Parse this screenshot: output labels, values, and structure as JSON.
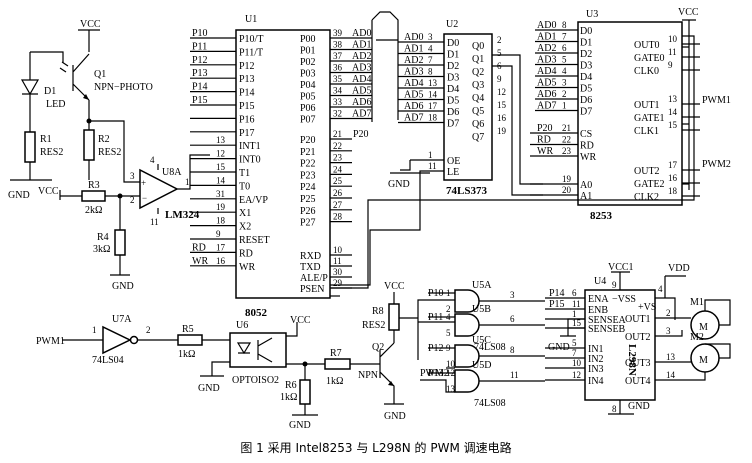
{
  "caption": "图 1  采用 Intel8253 与 L298N 的 PWM 调速电路",
  "power": {
    "vcc": "VCC",
    "vcc1": "VCC1",
    "vdd": "VDD",
    "gnd": "GND"
  },
  "sensor": {
    "q1": "Q1",
    "q1_type": "NPN−PHOTO",
    "d1": "D1",
    "d1_type": "LED",
    "r1": "R1",
    "r1_val": "RES2",
    "r2": "R2",
    "r2_val": "RES2",
    "r3": "R3",
    "r3_val": "2kΩ",
    "r4": "R4",
    "r4_val": "3kΩ"
  },
  "comparator": {
    "ref": "U8A",
    "part": "LM324",
    "pins": [
      "4",
      "3",
      "2",
      "11",
      "1"
    ]
  },
  "u1": {
    "ref": "U1",
    "part": "8052",
    "left": [
      {
        "num": "",
        "label": "P10/T",
        "net": "P10"
      },
      {
        "num": "",
        "label": "P11/T",
        "net": "P11"
      },
      {
        "num": "",
        "label": "P12",
        "net": "P12"
      },
      {
        "num": "",
        "label": "P13",
        "net": "P13"
      },
      {
        "num": "",
        "label": "P14",
        "net": "P14"
      },
      {
        "num": "",
        "label": "P15",
        "net": "P15"
      },
      {
        "num": "",
        "label": "P16",
        "net": ""
      },
      {
        "num": "",
        "label": "P17",
        "net": ""
      },
      {
        "num": "13",
        "label": "INT1",
        "net": ""
      },
      {
        "num": "12",
        "label": "INT0",
        "net": ""
      },
      {
        "num": "15",
        "label": "T1",
        "net": ""
      },
      {
        "num": "14",
        "label": "T0",
        "net": ""
      },
      {
        "num": "31",
        "label": "EA/VP",
        "net": ""
      },
      {
        "num": "19",
        "label": "X1",
        "net": ""
      },
      {
        "num": "18",
        "label": "X2",
        "net": ""
      },
      {
        "num": "9",
        "label": "RESET",
        "net": ""
      },
      {
        "num": "17",
        "label": "RD",
        "net": "RD"
      },
      {
        "num": "16",
        "label": "WR",
        "net": "WR"
      }
    ],
    "right": [
      {
        "num": "39",
        "label": "P00",
        "net": "AD0"
      },
      {
        "num": "38",
        "label": "P01",
        "net": "AD1"
      },
      {
        "num": "37",
        "label": "P02",
        "net": "AD2"
      },
      {
        "num": "36",
        "label": "P03",
        "net": "AD3"
      },
      {
        "num": "35",
        "label": "P04",
        "net": "AD4"
      },
      {
        "num": "34",
        "label": "P05",
        "net": "AD5"
      },
      {
        "num": "33",
        "label": "P06",
        "net": "AD6"
      },
      {
        "num": "32",
        "label": "P07",
        "net": "AD7"
      },
      {
        "num": "21",
        "label": "P20",
        "net": "P20"
      },
      {
        "num": "22",
        "label": "P21",
        "net": ""
      },
      {
        "num": "23",
        "label": "P22",
        "net": ""
      },
      {
        "num": "24",
        "label": "P23",
        "net": ""
      },
      {
        "num": "25",
        "label": "P24",
        "net": ""
      },
      {
        "num": "26",
        "label": "P25",
        "net": ""
      },
      {
        "num": "27",
        "label": "P26",
        "net": ""
      },
      {
        "num": "28",
        "label": "P27",
        "net": ""
      },
      {
        "num": "10",
        "label": "RXD",
        "net": ""
      },
      {
        "num": "11",
        "label": "TXD",
        "net": ""
      },
      {
        "num": "30",
        "label": "ALE/P",
        "net": ""
      },
      {
        "num": "29",
        "label": "PSEN",
        "net": ""
      }
    ]
  },
  "u2": {
    "ref": "U2",
    "part": "74LS373",
    "left": [
      {
        "num": "3",
        "label": "D0",
        "net": "AD0"
      },
      {
        "num": "4",
        "label": "D1",
        "net": "AD1"
      },
      {
        "num": "7",
        "label": "D2",
        "net": "AD2"
      },
      {
        "num": "8",
        "label": "D3",
        "net": "AD3"
      },
      {
        "num": "13",
        "label": "D4",
        "net": "AD4"
      },
      {
        "num": "14",
        "label": "D5",
        "net": "AD5"
      },
      {
        "num": "17",
        "label": "D6",
        "net": "AD6"
      },
      {
        "num": "18",
        "label": "D7",
        "net": "AD7"
      },
      {
        "num": "1",
        "label": "OE",
        "net": ""
      },
      {
        "num": "11",
        "label": "LE",
        "net": ""
      }
    ],
    "right": [
      {
        "num": "2",
        "label": "Q0"
      },
      {
        "num": "5",
        "label": "Q1"
      },
      {
        "num": "6",
        "label": "Q2"
      },
      {
        "num": "9",
        "label": "Q3"
      },
      {
        "num": "12",
        "label": "Q4"
      },
      {
        "num": "15",
        "label": "Q5"
      },
      {
        "num": "16",
        "label": "Q6"
      },
      {
        "num": "19",
        "label": "Q7"
      }
    ]
  },
  "u3": {
    "ref": "U3",
    "part": "8253",
    "left": [
      {
        "num": "8",
        "label": "D0",
        "net": "AD0"
      },
      {
        "num": "7",
        "label": "D1",
        "net": "AD1"
      },
      {
        "num": "6",
        "label": "D2",
        "net": "AD2"
      },
      {
        "num": "5",
        "label": "D3",
        "net": "AD3"
      },
      {
        "num": "4",
        "label": "D4",
        "net": "AD4"
      },
      {
        "num": "3",
        "label": "D5",
        "net": "AD5"
      },
      {
        "num": "2",
        "label": "D6",
        "net": "AD6"
      },
      {
        "num": "1",
        "label": "D7",
        "net": "AD7"
      },
      {
        "num": "21",
        "label": "CS",
        "net": "P20"
      },
      {
        "num": "22",
        "label": "RD",
        "net": "RD"
      },
      {
        "num": "23",
        "label": "WR",
        "net": "WR"
      },
      {
        "num": "19",
        "label": "A0",
        "net": ""
      },
      {
        "num": "20",
        "label": "A1",
        "net": ""
      }
    ],
    "right": [
      {
        "num": "10",
        "label": "OUT0"
      },
      {
        "num": "11",
        "label": "GATE0"
      },
      {
        "num": "9",
        "label": "CLK0"
      },
      {
        "num": "13",
        "label": "OUT1"
      },
      {
        "num": "14",
        "label": "GATE1"
      },
      {
        "num": "15",
        "label": "CLK1"
      },
      {
        "num": "17",
        "label": "OUT2"
      },
      {
        "num": "16",
        "label": "GATE2"
      },
      {
        "num": "18",
        "label": "CLK2"
      }
    ],
    "nets": {
      "out1": "PWM1",
      "out2": "PWM2"
    }
  },
  "inverter": {
    "ref": "U7A",
    "part": "74LS04",
    "in_pin": "1",
    "out_pin": "2",
    "in_net": "PWM1"
  },
  "opto": {
    "ref": "U6",
    "part": "OPTOISO2",
    "r5": "R5",
    "r5_val": "1kΩ",
    "r6": "R6",
    "r6_val": "1kΩ",
    "r7": "R7",
    "r7_val": "1kΩ"
  },
  "transistor": {
    "ref": "Q2",
    "type": "NPN",
    "r8": "R8",
    "r8_val": "RES2"
  },
  "ands": [
    {
      "ref": "U5A",
      "pins": [
        "1",
        "2",
        "3"
      ],
      "in_net": "P10"
    },
    {
      "ref": "U5B",
      "pins": [
        "4",
        "5",
        "6"
      ],
      "in_net": "P11"
    },
    {
      "ref": "U5C",
      "pins": [
        "9",
        "10",
        "8"
      ],
      "in_net": "P12"
    },
    {
      "ref": "U5D",
      "pins": [
        "12",
        "13",
        "11"
      ],
      "in_net": "P13"
    }
  ],
  "and_part": "74LS08",
  "and_nets": {
    "pwm2": "PWM2"
  },
  "l298n": {
    "ref": "U4",
    "part": "L298N",
    "left": [
      {
        "num": "6",
        "label": "ENA",
        "net": "P14"
      },
      {
        "num": "11",
        "label": "ENB",
        "net": "P15"
      },
      {
        "num": "1",
        "label": "SENSEA"
      },
      {
        "num": "15",
        "label": "SENSEB"
      },
      {
        "num": "5",
        "label": "IN1"
      },
      {
        "num": "7",
        "label": "IN2"
      },
      {
        "num": "10",
        "label": "IN3"
      },
      {
        "num": "12",
        "label": "IN4"
      }
    ],
    "right": [
      {
        "num": "2",
        "label": "OUT1"
      },
      {
        "num": "3",
        "label": "OUT2"
      },
      {
        "num": "13",
        "label": "OUT3"
      },
      {
        "num": "14",
        "label": "OUT4"
      }
    ],
    "vss": "−VSS",
    "vs": "+VS",
    "vcc1_pin": "9",
    "vs_pin": "4",
    "gnd_pin": "8"
  },
  "motors": [
    {
      "ref": "M1",
      "sym": "M"
    },
    {
      "ref": "M2",
      "sym": "M"
    }
  ]
}
